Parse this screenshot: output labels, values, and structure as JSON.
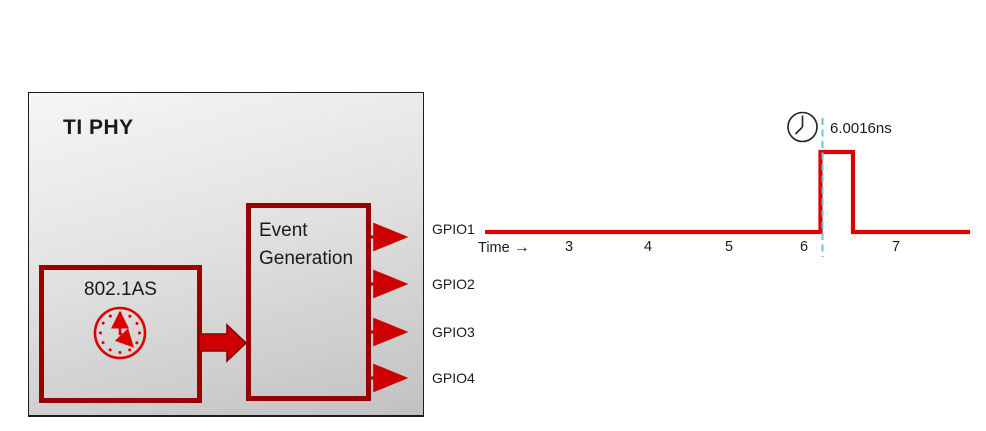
{
  "diagram": {
    "phy_box": {
      "title": "TI PHY"
    },
    "clock_box": {
      "label": "802.1AS",
      "icon": "analog-clock"
    },
    "event_box": {
      "label": "Event Generation"
    },
    "gpio_outputs": [
      "GPIO1",
      "GPIO2",
      "GPIO3",
      "GPIO4"
    ]
  },
  "waveform": {
    "signal_name": "GPIO1",
    "time_label": "Time",
    "time_arrow": "→",
    "ticks": [
      "3",
      "4",
      "5",
      "6",
      "7"
    ],
    "annotation": "6.0016ns",
    "annotation_icon": "analog-clock"
  },
  "colors": {
    "box_border_dark_red": "#990000",
    "thick_arrow_red": "#cc0000",
    "thick_arrow_outline": "#8b0000",
    "gpio_arrow_red": "#cc0000",
    "signal_red": "#dd0000",
    "clock_icon_red": "#dd0000",
    "marker_dash_cyan": "#5fc8de",
    "clock_icon_black": "#222222",
    "text_black": "#1a1a1a"
  },
  "chart_data": {
    "type": "line",
    "title": "",
    "xlabel": "Time",
    "ylabel": "GPIO1",
    "x_ticks": [
      3,
      4,
      5,
      6,
      7
    ],
    "x_range": [
      2.0,
      7.8
    ],
    "grid": false,
    "legend": "none",
    "series": [
      {
        "name": "GPIO1",
        "shape": "step-pulse",
        "steps": [
          {
            "x_start": 2.0,
            "x_end": 6.2,
            "level": "low"
          },
          {
            "x_start": 6.2,
            "x_end": 6.55,
            "level": "high"
          },
          {
            "x_start": 6.55,
            "x_end": 7.8,
            "level": "low"
          }
        ]
      }
    ],
    "annotations": [
      {
        "text": "6.0016ns",
        "x": 6.2,
        "marker": "dashed-vertical-line",
        "icon": "analog-clock"
      }
    ]
  }
}
